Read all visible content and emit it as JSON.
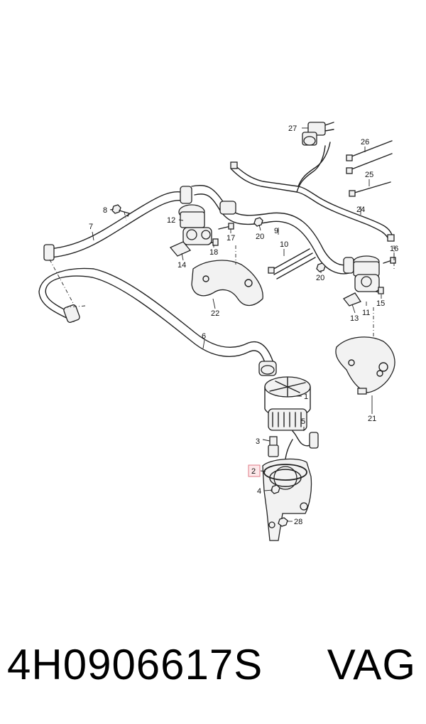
{
  "footer": {
    "part_number": "4H0906617S",
    "brand": "VAG"
  },
  "callouts": {
    "c1": "1",
    "c2": "2",
    "c3": "3",
    "c4": "4",
    "c5": "5",
    "c6": "6",
    "c7": "7",
    "c8": "8",
    "c9": "9",
    "c10": "10",
    "c11": "11",
    "c12": "12",
    "c13": "13",
    "c14": "14",
    "c15": "15",
    "c16": "16",
    "c17": "17",
    "c18": "18",
    "c20a": "20",
    "c20b": "20",
    "c21": "21",
    "c22": "22",
    "c24": "24",
    "c25": "25",
    "c26": "26",
    "c27": "27",
    "c28": "28"
  },
  "highlighted_callout": "2",
  "colors": {
    "line": "#222222",
    "highlight_fill": "#fde8ea",
    "highlight_stroke": "#e07a86"
  }
}
